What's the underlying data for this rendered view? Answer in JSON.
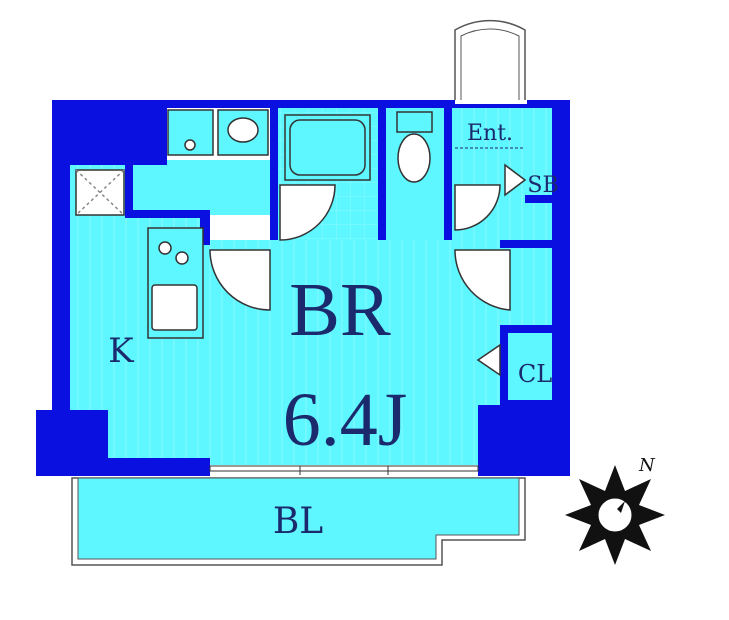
{
  "rooms": {
    "bedroom_name": "BR",
    "bedroom_size": "6.4J",
    "kitchen": "K",
    "balcony": "BL",
    "entrance": "Ent.",
    "shoe_box": "SB",
    "closet": "CL"
  },
  "compass": {
    "north_label": "N"
  },
  "colors": {
    "floor": "#5ef6ff",
    "wall": "#0a10e0",
    "line": "#1a2a6c",
    "dark": "#111111"
  }
}
